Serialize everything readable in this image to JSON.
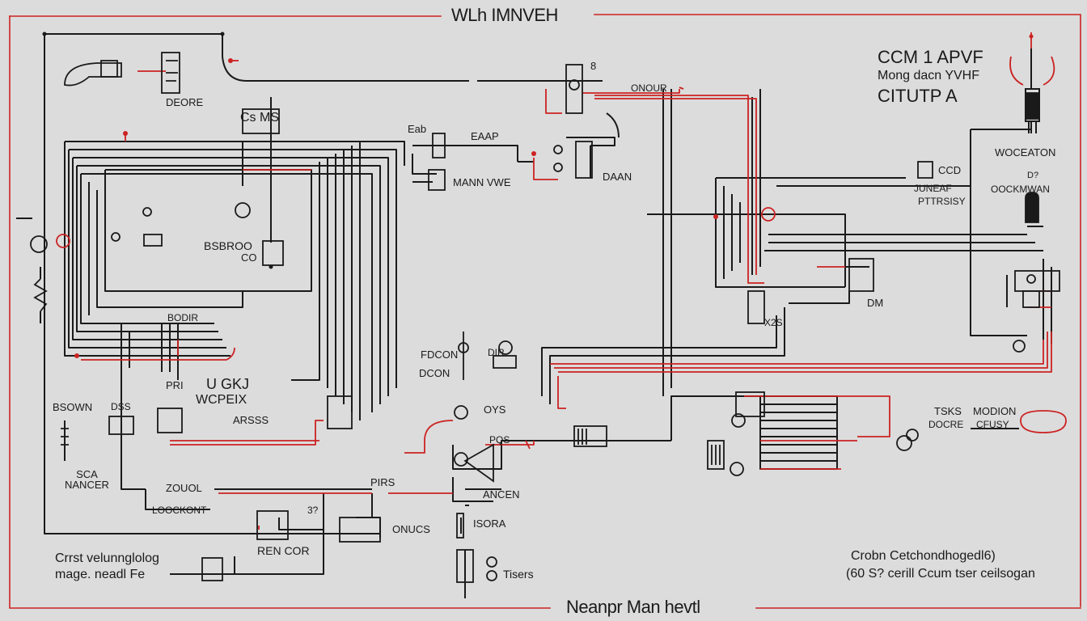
{
  "title": "WLh IMNVEH",
  "footer_title": "Neanpr Man hevtl",
  "colors": {
    "wire": "#1a1a1a",
    "accent": "#cc2222",
    "background": "#dcdcdc"
  },
  "header_block": {
    "line1": "CCM 1 APVF",
    "line2": "Mong dacn YVHF",
    "line3": "CITUTP A"
  },
  "labels": {
    "deore": "DEORE",
    "csms": "Cs MS",
    "onour": "ONOUR",
    "eab": "Eab",
    "eaap": "EAAP",
    "mann_vwe": "MANN VWE",
    "daan": "DAAN",
    "bsbroo": "BSBROO",
    "co": "CO",
    "ccd": "CCD",
    "woceaton": "WOCEATON",
    "d2": "D?",
    "oockmwan": "OOCKMWAN",
    "juneaf": "JUNEAF",
    "pttrsisy": "PTTRSISY",
    "dm": "DM",
    "x2s": "X2S",
    "fdcon": "FDCON",
    "dcon": "DCON",
    "bsown": "BSOWN",
    "dss": "DSS",
    "u_gkj": "U GKJ",
    "wicpeix": "WCPEIX",
    "arsss": "ARSSS",
    "pri": "PRI",
    "oys": "OYS",
    "pqs": "PQS",
    "tsks": "TSKS",
    "modion": "MODION",
    "docre": "DOCRE",
    "cfusy": "CFUSY",
    "sca_nancer": "SCA\nNANCER",
    "zouol": "ZOUOL",
    "loockont": "LOOCKONT",
    "pirs": "PIRS",
    "ancen": "ANCEN",
    "onucs": "ONUCS",
    "isora": "ISORA",
    "ren_cor": "REN COR",
    "b_top": "3?",
    "ctrest": "Crrst velunnglolog",
    "mage_nead": "mage. neadl Fe",
    "tisers": "Tisers",
    "bottom_right_1": "Crobn Cetchondhogedl6)",
    "bottom_right_2": "(60 S? cerill Ccum tser ceilsogan",
    "num_8": "8",
    "bodir": "BODIR",
    "dir": "DIR"
  }
}
